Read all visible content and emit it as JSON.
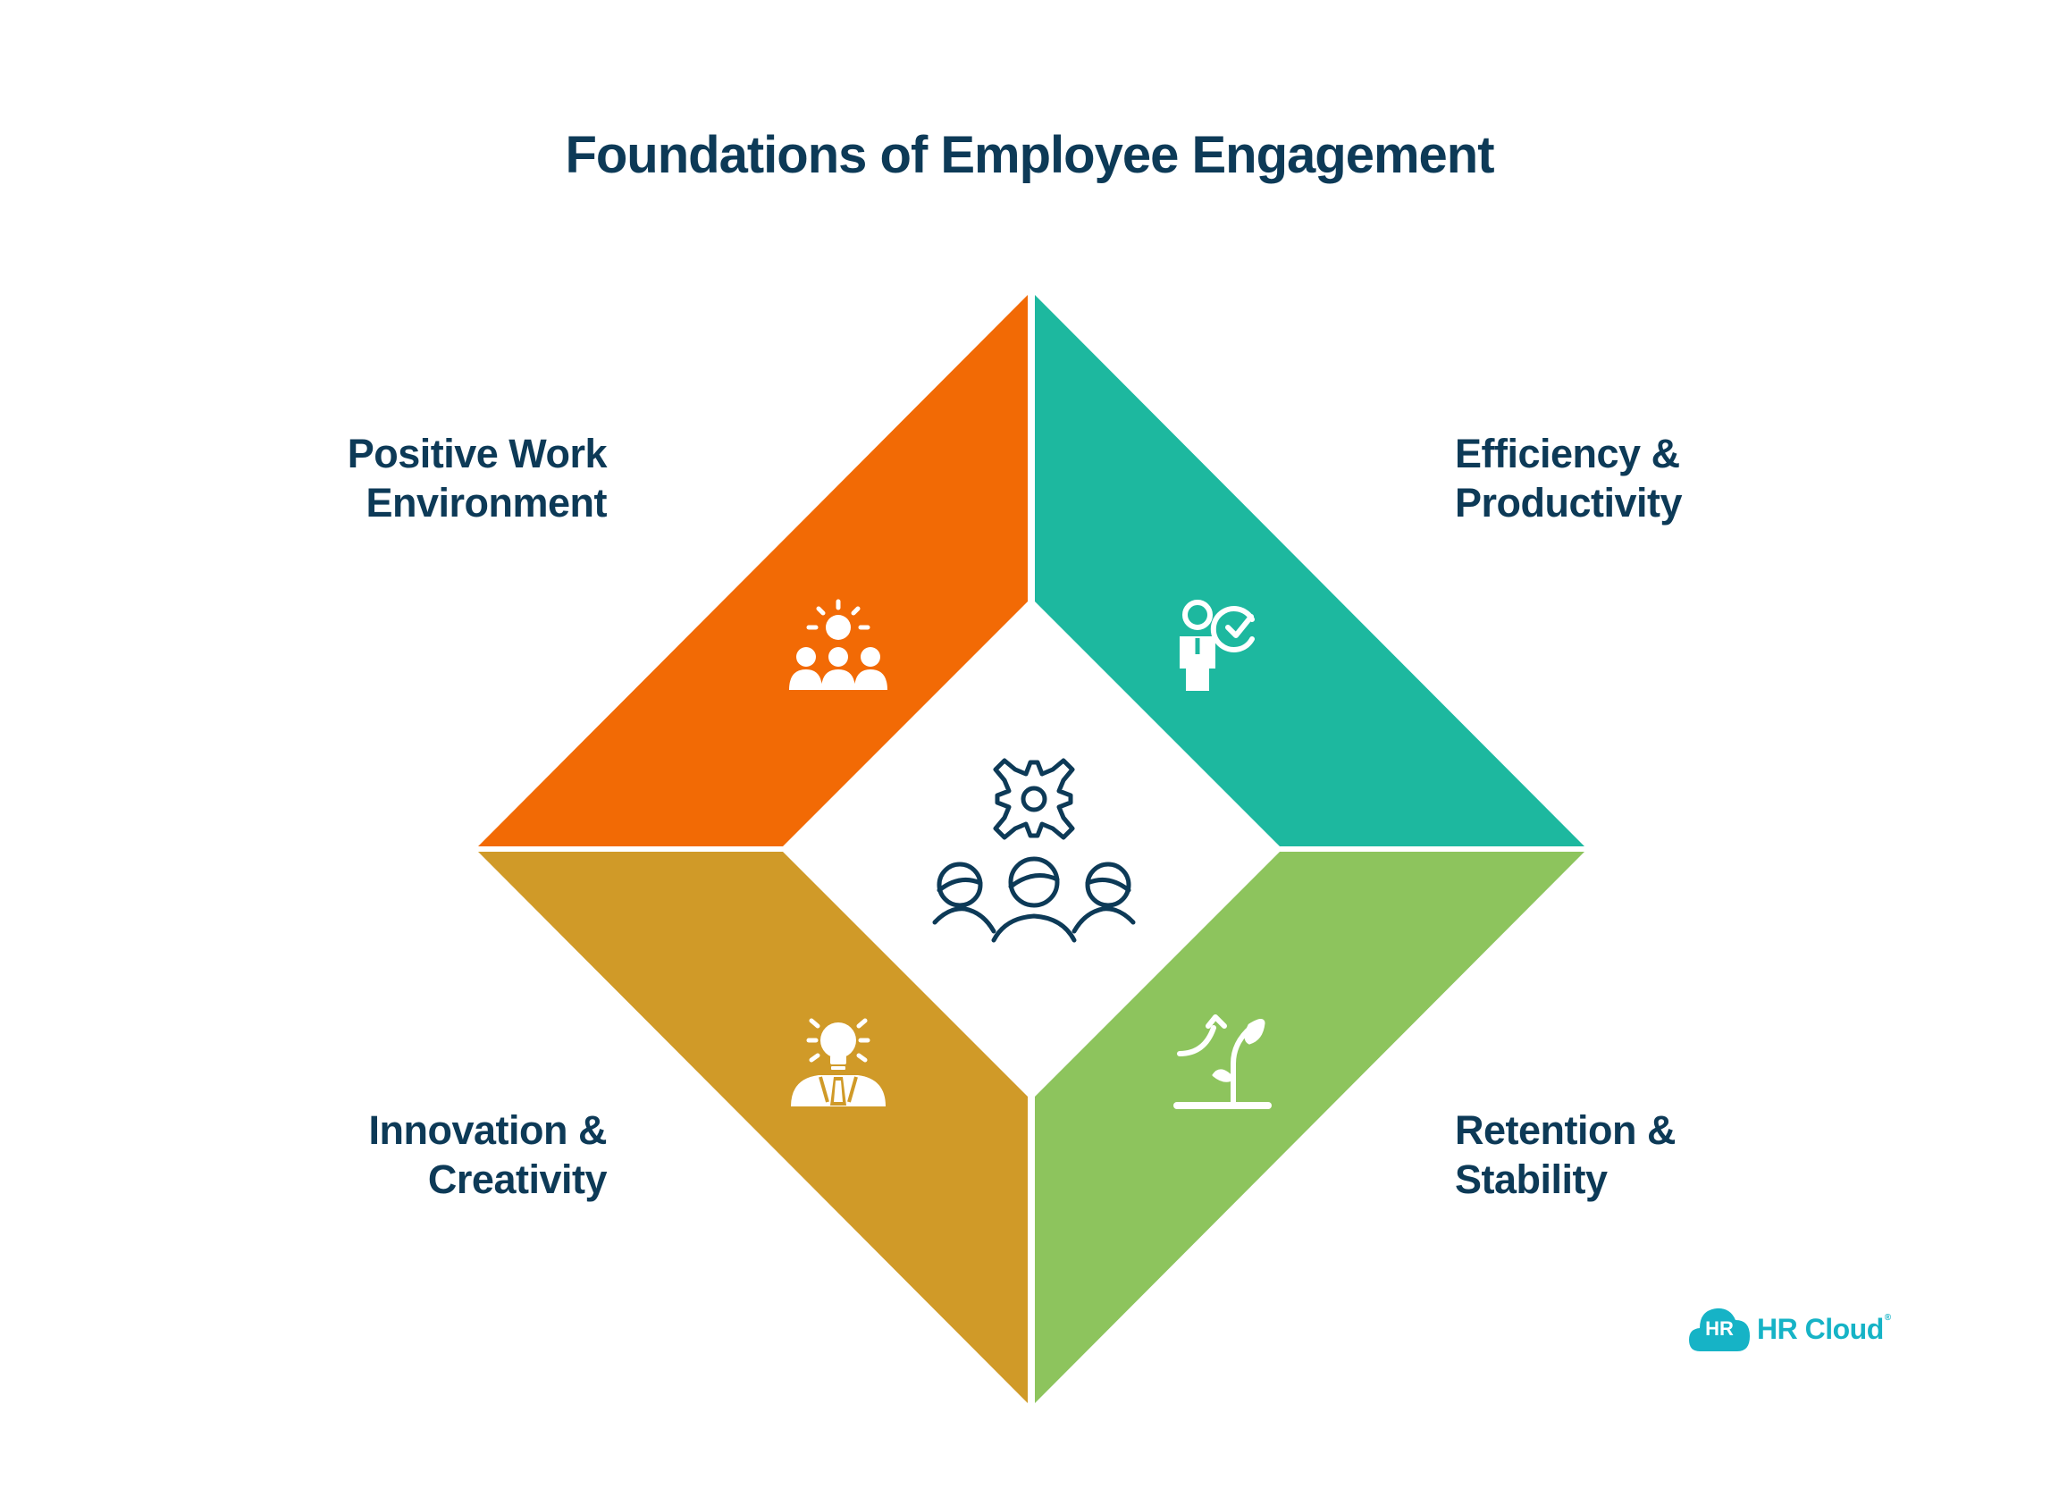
{
  "title": "Foundations of Employee Engagement",
  "colors": {
    "text": "#0d3a57",
    "orange": "#f26a05",
    "teal": "#1db89f",
    "gold": "#d09a28",
    "green": "#8dc45d",
    "center_icon": "#0d3a57",
    "brand": "#16b3c6"
  },
  "quadrants": [
    {
      "position": "top-left",
      "label_lines": [
        "Positive Work",
        "Environment"
      ],
      "icon": "team-sun-icon"
    },
    {
      "position": "top-right",
      "label_lines": [
        "Efficiency &",
        "Productivity"
      ],
      "icon": "person-check-icon"
    },
    {
      "position": "bottom-left",
      "label_lines": [
        "Innovation &",
        "Creativity"
      ],
      "icon": "lightbulb-person-icon"
    },
    {
      "position": "bottom-right",
      "label_lines": [
        "Retention &",
        "Stability"
      ],
      "icon": "growth-plant-icon"
    }
  ],
  "center_icon": "team-gear-icon",
  "logo": {
    "mark": "HR",
    "text": "HR Cloud",
    "reg": "®"
  }
}
